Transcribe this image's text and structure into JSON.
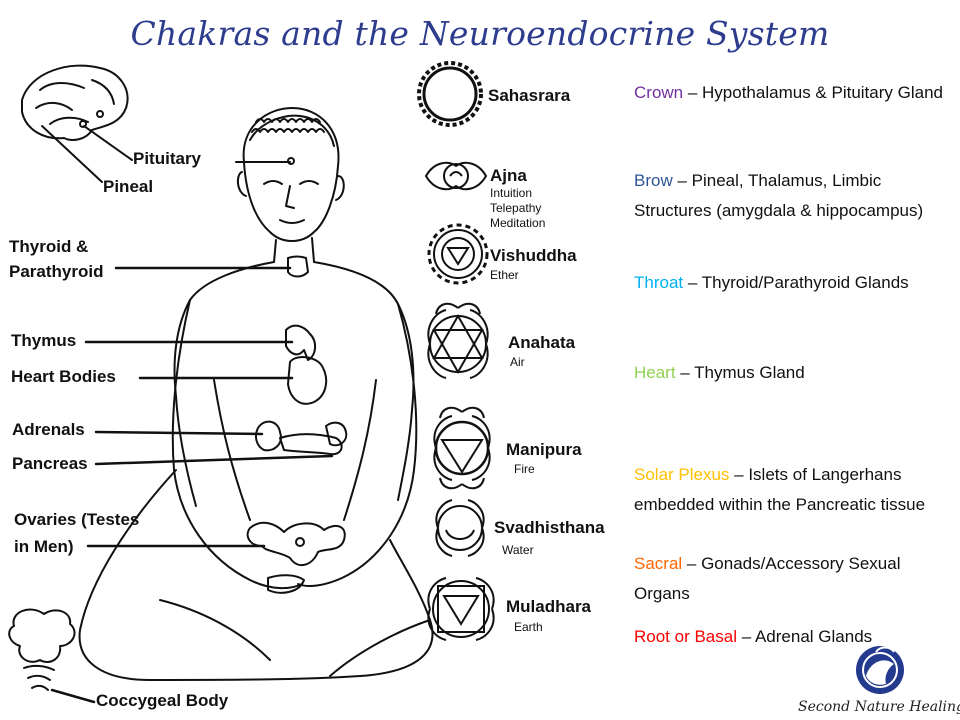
{
  "title": "Chakras and the Neuroendocrine System",
  "body_labels": {
    "pituitary": "Pituitary",
    "pineal": "Pineal",
    "thyroid": "Thyroid &",
    "parathyroid": "Parathyroid",
    "thymus": "Thymus",
    "heart_bodies": "Heart Bodies",
    "adrenals": "Adrenals",
    "pancreas": "Pancreas",
    "ovaries": "Ovaries (Testes",
    "in_men": "in Men)",
    "coccygeal": "Coccygeal Body"
  },
  "chakras": [
    {
      "name": "Sahasrara",
      "sub": []
    },
    {
      "name": "Ajna",
      "sub": [
        "Intuition",
        "Telepathy",
        "Meditation"
      ]
    },
    {
      "name": "Vishuddha",
      "sub": [
        "Ether"
      ]
    },
    {
      "name": "Anahata",
      "sub": [
        "Air"
      ]
    },
    {
      "name": "Manipura",
      "sub": [
        "Fire"
      ]
    },
    {
      "name": "Svadhisthana",
      "sub": [
        "Water"
      ]
    },
    {
      "name": "Muladhara",
      "sub": [
        "Earth"
      ]
    }
  ],
  "descriptions": [
    {
      "key": "Crown",
      "color": "#7030a0",
      "text": " – Hypothalamus & Pituitary Gland"
    },
    {
      "key": "Brow",
      "color": "#2e5597",
      "text": " – Pineal, Thalamus, Limbic Structures (amygdala & hippocampus)"
    },
    {
      "key": "Throat",
      "color": "#00b0f0",
      "text": " – Thyroid/Parathyroid Glands"
    },
    {
      "key": "Heart",
      "color": "#92d050",
      "text": "  – Thymus Gland"
    },
    {
      "key": "Solar Plexus",
      "color": "#ffc000",
      "text": " – Islets of Langerhans embedded within the Pancreatic tissue"
    },
    {
      "key": " Sacral",
      "color": "#ff6600",
      "text": " – Gonads/Accessory  Sexual Organs"
    },
    {
      "key": "Root or Basal",
      "color": "#ff0000",
      "text": " – Adrenal Glands"
    }
  ],
  "brand": "Second Nature Healing"
}
